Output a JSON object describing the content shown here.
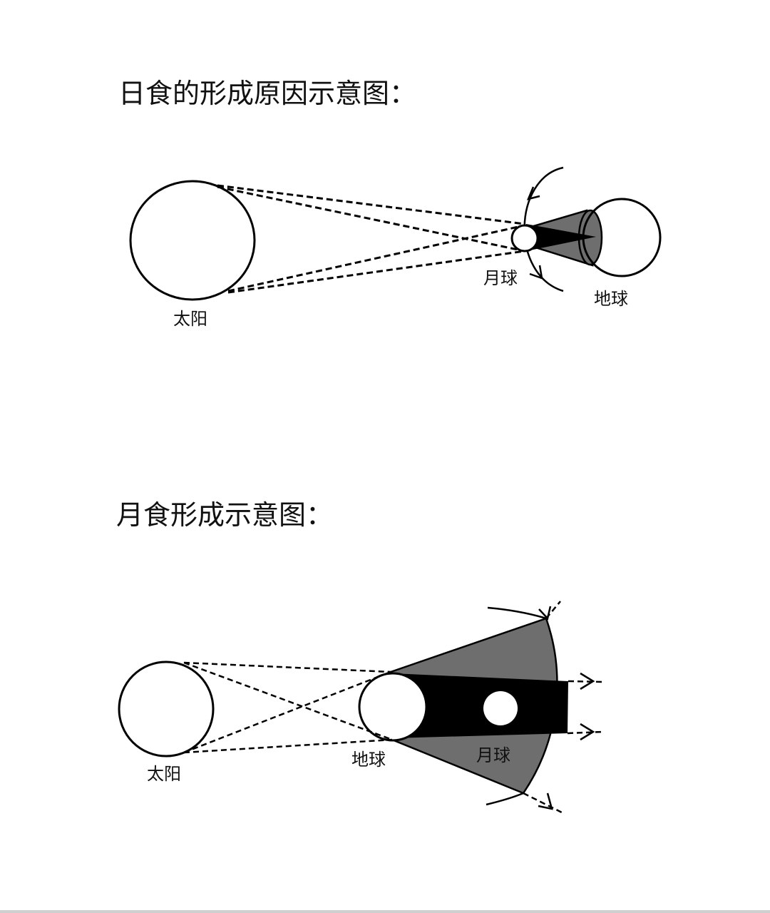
{
  "solar_eclipse": {
    "title": "日食的形成原因示意图：",
    "labels": {
      "sun": "太阳",
      "moon": "月球",
      "earth": "地球"
    }
  },
  "lunar_eclipse": {
    "title": "月食形成示意图：",
    "labels": {
      "sun": "太阳",
      "earth": "地球",
      "moon": "月球"
    }
  },
  "colors": {
    "umbra": "#000000",
    "penumbra": "#6e6e6e",
    "outline": "#000000",
    "background": "#ffffff"
  }
}
